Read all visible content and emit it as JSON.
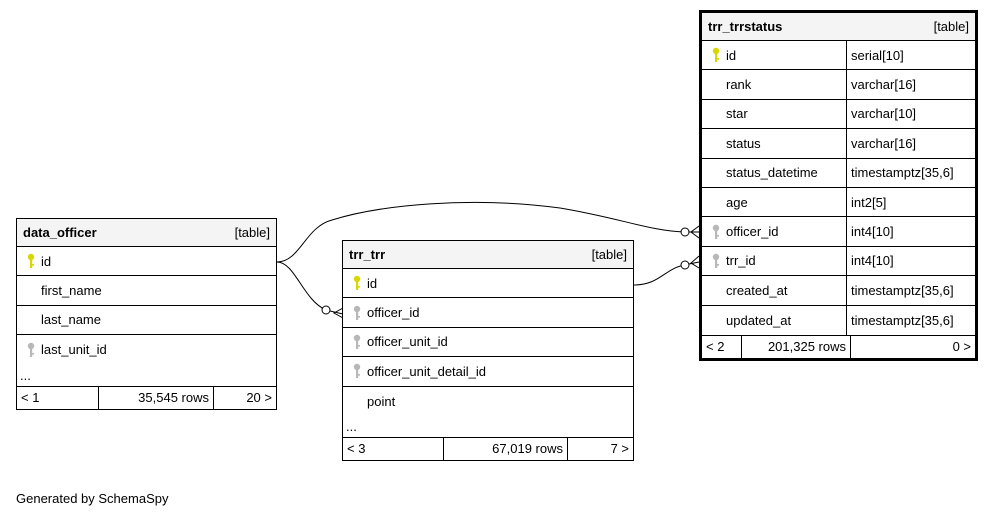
{
  "caption": "Generated by SchemaSpy",
  "colors": {
    "primary_key": "#d8d800",
    "foreign_key": "#b8b8b8",
    "header_bg": "#f4f4f4"
  },
  "tables": {
    "data_officer": {
      "name": "data_officer",
      "kind": "[table]",
      "columns": [
        {
          "name": "id",
          "key": "primary"
        },
        {
          "name": "first_name",
          "key": "none"
        },
        {
          "name": "last_name",
          "key": "none"
        },
        {
          "name": "last_unit_id",
          "key": "foreign"
        }
      ],
      "ellipsis": "...",
      "footer": {
        "left": "< 1",
        "middle": "35,545 rows",
        "right": "20 >"
      }
    },
    "trr_trr": {
      "name": "trr_trr",
      "kind": "[table]",
      "columns": [
        {
          "name": "id",
          "key": "primary"
        },
        {
          "name": "officer_id",
          "key": "foreign"
        },
        {
          "name": "officer_unit_id",
          "key": "foreign"
        },
        {
          "name": "officer_unit_detail_id",
          "key": "foreign"
        },
        {
          "name": "point",
          "key": "none"
        }
      ],
      "ellipsis": "...",
      "footer": {
        "left": "< 3",
        "middle": "67,019 rows",
        "right": "7 >"
      }
    },
    "trr_trrstatus": {
      "name": "trr_trrstatus",
      "kind": "[table]",
      "columns": [
        {
          "name": "id",
          "key": "primary",
          "type": "serial[10]"
        },
        {
          "name": "rank",
          "key": "none",
          "type": "varchar[16]"
        },
        {
          "name": "star",
          "key": "none",
          "type": "varchar[10]"
        },
        {
          "name": "status",
          "key": "none",
          "type": "varchar[16]"
        },
        {
          "name": "status_datetime",
          "key": "none",
          "type": "timestamptz[35,6]"
        },
        {
          "name": "age",
          "key": "none",
          "type": "int2[5]"
        },
        {
          "name": "officer_id",
          "key": "foreign",
          "type": "int4[10]"
        },
        {
          "name": "trr_id",
          "key": "foreign",
          "type": "int4[10]"
        },
        {
          "name": "created_at",
          "key": "none",
          "type": "timestamptz[35,6]"
        },
        {
          "name": "updated_at",
          "key": "none",
          "type": "timestamptz[35,6]"
        }
      ],
      "footer": {
        "left": "< 2",
        "middle": "201,325 rows",
        "right": "0 >"
      }
    }
  }
}
